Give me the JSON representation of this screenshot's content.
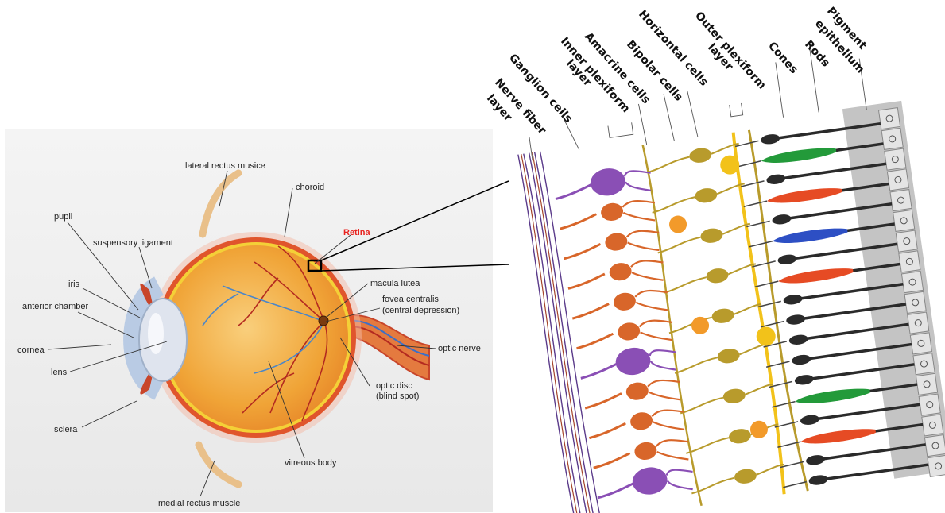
{
  "eye_labels": {
    "lateral_rectus": "lateral rectus musice",
    "choroid": "choroid",
    "retina": "Retina",
    "pupil": "pupil",
    "suspensory_ligament": "suspensory ligament",
    "iris": "iris",
    "anterior_chamber": "anterior chamber",
    "cornea": "cornea",
    "lens": "lens",
    "sclera": "sclera",
    "macula_lutea": "macula lutea",
    "fovea_line1": "fovea centralis",
    "fovea_line2": "(central depression)",
    "optic_nerve": "optic nerve",
    "optic_disc_line1": "optic disc",
    "optic_disc_line2": "(blind spot)",
    "vitreous_body": "vitreous body",
    "medial_rectus": "medial rectus muscle"
  },
  "retina_layers": {
    "nerve_fiber_1": "Nerve fiber",
    "nerve_fiber_2": "layer",
    "ganglion": "Ganglion cells",
    "inner_plexiform_1": "Inner plexiform",
    "inner_plexiform_2": "layer",
    "amacrine": "Amacrine cells",
    "bipolar": "Bipolar cells",
    "horizontal": "Horizontal cells",
    "outer_plexiform_1": "Outer plexiform",
    "outer_plexiform_2": "layer",
    "cones": "Cones",
    "rods": "Rods",
    "pigment_1": "Pigment",
    "pigment_2": "epithelium"
  },
  "colors": {
    "retina_label": "#e8231f",
    "eyeball": "#f0a437",
    "sclera_rim": "#e0552c",
    "cornea": "#b9cbe4",
    "nerve_fiber": "#5a3a8a",
    "ganglion_purple": "#8a4fb5",
    "ganglion_orange": "#d8662a",
    "bipolar": "#b89b2c",
    "horizontal_yellow": "#f2c21a",
    "cone_green": "#239a3a",
    "cone_red": "#e64b24",
    "cone_blue": "#2d4fc4",
    "rod": "#2a2a2a",
    "pigment": "#c4c4c4"
  }
}
